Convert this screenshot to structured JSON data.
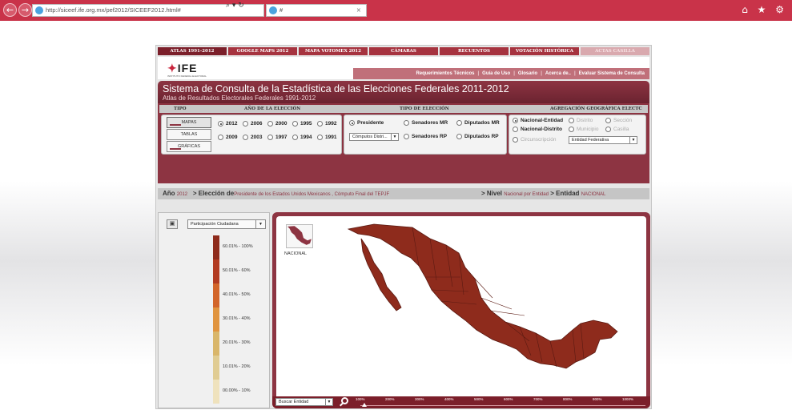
{
  "browser": {
    "url": "http://siceef.ife.org.mx/pef2012/SICEEF2012.html#",
    "tab_title": "#",
    "nav_back": "←",
    "nav_forward": "→",
    "addr_tools": "⌕ ▾ ↻",
    "tab_close": "×",
    "toolbar_icons": "⌂ ★ ⚙"
  },
  "app_tabs": [
    {
      "label": "ATLAS 1991-2012",
      "state": "active"
    },
    {
      "label": "GOOGLE MAPS 2012",
      "state": "normal"
    },
    {
      "label": "MAPA VOTOMEX 2012",
      "state": "normal"
    },
    {
      "label": "CÁMARAS",
      "state": "normal"
    },
    {
      "label": "RECUENTOS",
      "state": "normal"
    },
    {
      "label": "VOTACIÓN HISTÓRICA",
      "state": "normal"
    },
    {
      "label": "ACTAS CASILLA",
      "state": "disabled"
    }
  ],
  "header": {
    "logo": "IFE",
    "logo_star": "✦",
    "logo_sub": "INSTITUTO FEDERAL ELECTORAL",
    "links": [
      "Requerimientos Técnicos",
      "Guía de Uso",
      "Glosario",
      "Acerca de..",
      "Evaluar Sistema de Consulta"
    ],
    "link_sep": "|"
  },
  "title": "Sistema de Consulta de la Estadística de las Elecciones Federales 2011-2012",
  "subtitle": "Atlas de Resultados Electorales Federales 1991-2012",
  "filters": {
    "labels": {
      "tipo": "TIPO",
      "anio": "AÑO DE LA ELECCIÓN",
      "tipo_eleccion": "TIPO DE ELECCIÓN",
      "agregacion": "AGREGACIÓN GEOGRÁFICA ELECTC"
    },
    "view_buttons": [
      "MAPAS",
      "TABLAS",
      "GRÁFICAS"
    ],
    "years_row1": [
      "2012",
      "2006",
      "2000",
      "1995",
      "1992"
    ],
    "years_row2": [
      "2009",
      "2003",
      "1997",
      "1994",
      "1991"
    ],
    "selected_year": "2012",
    "election_types": [
      "Presidente",
      "Senadores MR",
      "Diputados MR",
      "Senadores RP",
      "Diputados RP"
    ],
    "computo_select": "Cómputos Distri...",
    "select_arrow": "▼",
    "aggregation": [
      "Nacional-Entidad",
      "Distrito",
      "Sección",
      "Nacional-Distrito",
      "Municipio",
      "Casilla",
      "Circunscripción"
    ],
    "entity_select": "Entidad Federativa"
  },
  "breadcrumb": {
    "anio_label": "Año",
    "anio_value": "2012",
    "arrow": ">",
    "eleccion_label": "Elección de",
    "eleccion_value": "Presidente de los Estados Unidos Mexicanos , Cómputo Final del TEPJF",
    "nivel_label": "Nivel",
    "nivel_value": "Nacional por Entidad",
    "entidad_label": "Entidad",
    "entidad_value": "NACIONAL"
  },
  "legend": {
    "toggle": "▣",
    "select": "Participación Ciudadana",
    "ranges": [
      {
        "label": "60.01% - 100%",
        "color": "#8e2b1c"
      },
      {
        "label": "50.01% - 60%",
        "color": "#b23b22"
      },
      {
        "label": "40.01% - 50%",
        "color": "#d2652a"
      },
      {
        "label": "30.01% - 40%",
        "color": "#e0943f"
      },
      {
        "label": "20.01% - 30%",
        "color": "#d9b66a"
      },
      {
        "label": "10.01% - 20%",
        "color": "#e0cc93"
      },
      {
        "label": "00.00% - 10%",
        "color": "#efe2bd"
      }
    ]
  },
  "map": {
    "thumb_label": "NACIONAL",
    "search_select": "Buscar Entidad",
    "zoom_ticks": [
      "100%",
      "200%",
      "300%",
      "400%",
      "500%",
      "600%",
      "700%",
      "800%",
      "900%",
      "1000%"
    ],
    "fill_color": "#8e2b1c"
  }
}
